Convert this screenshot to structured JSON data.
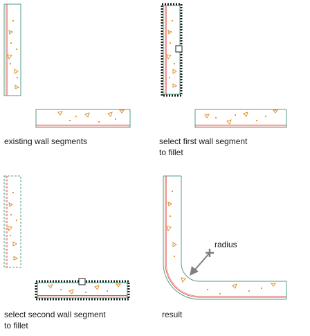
{
  "panels": {
    "existing": {
      "caption_lines": [
        "existing wall segments"
      ]
    },
    "select_first": {
      "caption_lines": [
        "select first wall segment",
        "to fillet"
      ]
    },
    "select_second": {
      "caption_lines": [
        "select second wall segment",
        "to fillet"
      ]
    },
    "result": {
      "caption_lines": [
        "result"
      ],
      "radius_label": "radius"
    }
  },
  "colors": {
    "wall_outline": "#4f9e86",
    "wall_line": "#e05a4e",
    "hatch_mark": "#e0902a",
    "selection": "#1a1a1a",
    "pointer": "#808080"
  }
}
